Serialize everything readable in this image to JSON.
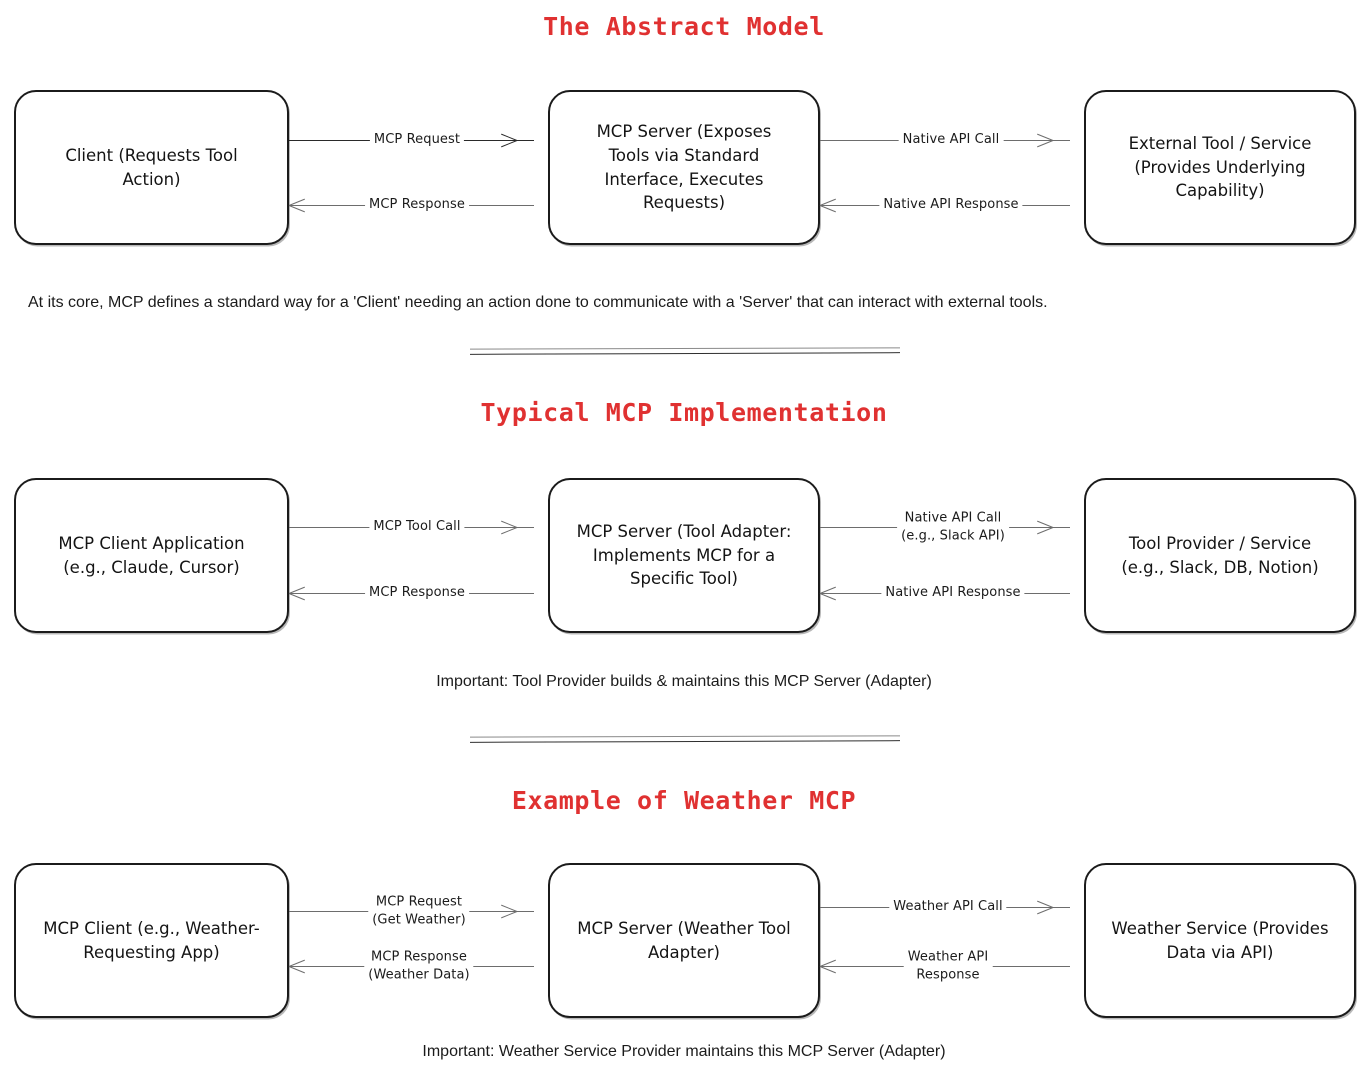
{
  "page": {
    "background": "#ffffff",
    "title_color": "#e03131",
    "text_color": "#1b1b1b",
    "line_color": "#6d6d6d"
  },
  "sections": [
    {
      "id": "abstract-model",
      "title": "The Abstract Model",
      "nodes": [
        {
          "id": "client",
          "label": "Client (Requests Tool\nAction)"
        },
        {
          "id": "server",
          "label": "MCP Server (Exposes\nTools via Standard\nInterface, Executes\nRequests)"
        },
        {
          "id": "external",
          "label": "External Tool / Service\n(Provides Underlying\nCapability)"
        }
      ],
      "edges": [
        {
          "id": "client-to-server",
          "label": "MCP Request",
          "direction": "right"
        },
        {
          "id": "server-to-client",
          "label": "MCP Response",
          "direction": "left"
        },
        {
          "id": "server-to-external",
          "label": "Native API Call",
          "direction": "right"
        },
        {
          "id": "external-to-server",
          "label": "Native API Response",
          "direction": "left"
        }
      ],
      "caption": "At its core, MCP defines a standard way for a 'Client' needing an action done to communicate with a 'Server' that can interact with external tools."
    },
    {
      "id": "typical-implementation",
      "title": "Typical MCP Implementation",
      "nodes": [
        {
          "id": "mcp-client-app",
          "label": "MCP Client Application\n(e.g., Claude, Cursor)"
        },
        {
          "id": "mcp-server-adapter",
          "label": "MCP Server (Tool Adapter:\nImplements MCP for a\nSpecific Tool)"
        },
        {
          "id": "tool-provider",
          "label": "Tool Provider / Service\n(e.g., Slack, DB, Notion)"
        }
      ],
      "edges": [
        {
          "id": "client-to-server",
          "label": "MCP Tool Call",
          "direction": "right"
        },
        {
          "id": "server-to-client",
          "label": "MCP Response",
          "direction": "left"
        },
        {
          "id": "server-to-provider",
          "label": "Native API Call\n(e.g., Slack API)",
          "direction": "right"
        },
        {
          "id": "provider-to-server",
          "label": "Native API Response",
          "direction": "left"
        }
      ],
      "caption": "Important: Tool Provider builds & maintains this MCP Server (Adapter)"
    },
    {
      "id": "weather-example",
      "title": "Example of Weather MCP",
      "nodes": [
        {
          "id": "weather-client",
          "label": "MCP Client (e.g., Weather-\nRequesting App)"
        },
        {
          "id": "weather-server",
          "label": "MCP Server (Weather Tool\nAdapter)"
        },
        {
          "id": "weather-service",
          "label": "Weather Service (Provides\nData via API)"
        }
      ],
      "edges": [
        {
          "id": "client-to-server",
          "label": "MCP Request\n(Get Weather)",
          "direction": "right"
        },
        {
          "id": "server-to-client",
          "label": "MCP Response\n(Weather Data)",
          "direction": "left"
        },
        {
          "id": "server-to-service",
          "label": "Weather API Call",
          "direction": "right"
        },
        {
          "id": "service-to-server",
          "label": "Weather API\nResponse",
          "direction": "left"
        }
      ],
      "caption": "Important: Weather Service Provider maintains this MCP Server (Adapter)"
    }
  ]
}
